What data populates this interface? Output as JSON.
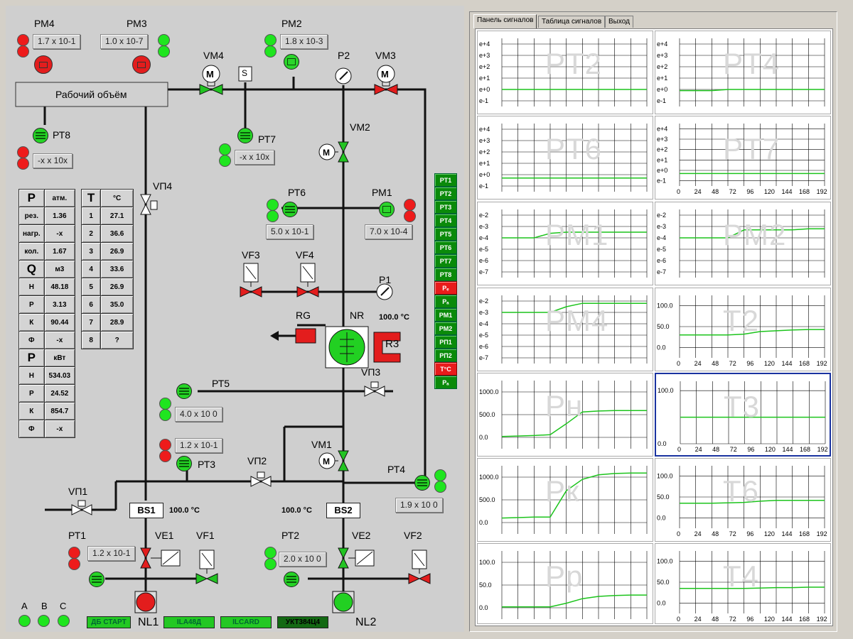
{
  "colors": {
    "green": "#22d022",
    "red": "#e31d1d",
    "panel": "#cfcfcf"
  },
  "pressure_gauges": {
    "pm4": {
      "label": "РМ4",
      "value": "1.7 x 10-1"
    },
    "pm3": {
      "label": "РМ3",
      "value": "1.0 x 10-7"
    },
    "pm2": {
      "label": "РМ2",
      "value": "1.8 x 10-3"
    },
    "pt8": {
      "label": "РТ8",
      "value": "-x x 10x"
    },
    "pt7": {
      "label": "РТ7",
      "value": "-x x 10x"
    },
    "pt6": {
      "label": "РТ6",
      "value": "5.0 x 10-1"
    },
    "pm1": {
      "label": "РМ1",
      "value": "7.0 x 10-4"
    },
    "pt5": {
      "label": "РТ5",
      "value": "4.0 x 10 0"
    },
    "pt3": {
      "label": "РТ3",
      "value": "1.2 x 10-1"
    },
    "pt4": {
      "label": "РТ4",
      "value": "1.9 x 10 0"
    },
    "pt1": {
      "label": "РТ1",
      "value": "1.2 x 10-1"
    },
    "pt2": {
      "label": "РТ2",
      "value": "2.0 x 10 0"
    }
  },
  "labels": {
    "vm4": "VM4",
    "vm3": "VM3",
    "vm2": "VM2",
    "vm1": "VM1",
    "p2": "P2",
    "p1": "P1",
    "s": "S",
    "working_volume": "Рабочий объём",
    "vp4": "VП4",
    "vp3": "VП3",
    "vp2": "VП2",
    "vp1": "VП1",
    "vf3": "VF3",
    "vf4": "VF4",
    "vf1": "VF1",
    "vf2": "VF2",
    "ve1": "VE1",
    "ve2": "VE2",
    "rg": "RG",
    "nr": "NR",
    "r3": "R3",
    "nr_temp": "100.0 °C",
    "bs1": "BS1",
    "bs2": "BS2",
    "bs1_temp": "100.0 °C",
    "bs2_temp": "100.0 °C",
    "nl1": "NL1",
    "nl2": "NL2",
    "m": "M",
    "phase_a": "A",
    "phase_b": "B",
    "phase_c": "C"
  },
  "pressure_table": {
    "header": [
      "P",
      "атм."
    ],
    "rows": [
      [
        "рез.",
        "1.36"
      ],
      [
        "нагр.",
        "-x"
      ],
      [
        "кол.",
        "1.67"
      ]
    ],
    "q_header": [
      "Q",
      "м3"
    ],
    "q_rows": [
      [
        "Н",
        "48.18"
      ],
      [
        "Р",
        "3.13"
      ],
      [
        "К",
        "90.44"
      ],
      [
        "Ф",
        "-x"
      ]
    ],
    "p_header": [
      "P",
      "кВт"
    ],
    "p_rows": [
      [
        "Н",
        "534.03"
      ],
      [
        "Р",
        "24.52"
      ],
      [
        "К",
        "854.7"
      ],
      [
        "Ф",
        "-x"
      ]
    ]
  },
  "temp_table": {
    "header": [
      "T",
      "°C"
    ],
    "rows": [
      [
        "1",
        "27.1"
      ],
      [
        "2",
        "36.6"
      ],
      [
        "3",
        "26.9"
      ],
      [
        "4",
        "33.6"
      ],
      [
        "5",
        "26.9"
      ],
      [
        "6",
        "35.0"
      ],
      [
        "7",
        "28.9"
      ],
      [
        "8",
        "?"
      ]
    ]
  },
  "signal_list": [
    "PT1",
    "PT2",
    "PT3",
    "PT4",
    "PT5",
    "PT6",
    "PT7",
    "PT8",
    "Pₑ",
    "Pₐ",
    "PM1",
    "PM2",
    "PП1",
    "PП2",
    "T°C",
    "Pₐ"
  ],
  "bottom_buttons": [
    "ДБ СТАРТ",
    "ILA48Д",
    "ILCARD",
    "УКТ384Ц4"
  ],
  "tabs": [
    "Панель сигналов",
    "Таблица сигналов",
    "Выход"
  ],
  "chart_data": [
    {
      "type": "line",
      "title": "PT2",
      "y_ticks": [
        "e+4",
        "e+3",
        "e+2",
        "e+1",
        "e+0",
        "e-1"
      ],
      "series": [
        {
          "values": [
            0,
            0,
            0,
            0,
            0,
            0,
            0,
            0,
            0,
            0
          ]
        }
      ]
    },
    {
      "type": "line",
      "title": "PT4",
      "y_ticks": [
        "e+4",
        "e+3",
        "e+2",
        "e+1",
        "e+0",
        "e-1"
      ],
      "series": [
        {
          "values": [
            -0.1,
            -0.1,
            -0.1,
            0,
            0,
            0,
            0,
            0,
            0,
            0
          ]
        }
      ]
    },
    {
      "type": "line",
      "title": "PT6",
      "y_ticks": [
        "e+4",
        "e+3",
        "e+2",
        "e+1",
        "e+0",
        "e-1"
      ],
      "series": [
        {
          "values": [
            -0.3,
            -0.3,
            -0.3,
            -0.3,
            -0.3,
            -0.3,
            -0.3,
            -0.3,
            -0.3,
            -0.3
          ]
        }
      ]
    },
    {
      "type": "line",
      "title": "PT7",
      "y_ticks": [
        "e+4",
        "e+3",
        "e+2",
        "e+1",
        "e+0",
        "e-1"
      ],
      "x_ticks": [
        "0",
        "24",
        "48",
        "72",
        "96",
        "120",
        "144",
        "168",
        "192"
      ],
      "series": [
        {
          "values": [
            -0.3,
            -0.3,
            -0.3,
            -0.3,
            -0.3,
            -0.3,
            -0.3,
            -0.3,
            -0.3,
            -0.3
          ]
        }
      ]
    },
    {
      "type": "line",
      "title": "PM1",
      "y_ticks": [
        "e-2",
        "e-3",
        "e-4",
        "e-5",
        "e-6",
        "e-7"
      ],
      "series": [
        {
          "values": [
            -4,
            -4,
            -4,
            -3.6,
            -3.5,
            -3.5,
            -3.5,
            -3.5,
            -3.5,
            -3.5
          ]
        }
      ]
    },
    {
      "type": "line",
      "title": "PM2",
      "y_ticks": [
        "e-2",
        "e-3",
        "e-4",
        "e-5",
        "e-6",
        "e-7"
      ],
      "series": [
        {
          "values": [
            -4,
            -4,
            -4,
            -4,
            -3.3,
            -3.3,
            -3.3,
            -3.3,
            -3.2,
            -3.2
          ]
        }
      ]
    },
    {
      "type": "line",
      "title": "PM4",
      "y_ticks": [
        "e-2",
        "e-3",
        "e-4",
        "e-5",
        "e-6",
        "e-7"
      ],
      "series": [
        {
          "values": [
            -3,
            -3,
            -3,
            -3,
            -2.5,
            -2.2,
            -2.2,
            -2.2,
            -2.2,
            -2.2
          ]
        }
      ]
    },
    {
      "type": "line",
      "title": "T2",
      "y_ticks": [
        "100.0",
        "50.0",
        "0.0"
      ],
      "x_ticks": [
        "0",
        "24",
        "48",
        "72",
        "96",
        "120",
        "144",
        "168",
        "192"
      ],
      "series": [
        {
          "values": [
            30,
            30,
            30,
            30,
            32,
            38,
            40,
            42,
            43,
            43
          ]
        }
      ]
    },
    {
      "type": "line",
      "title": "Pн",
      "y_ticks": [
        "1000.0",
        "500.0",
        "0.0"
      ],
      "series": [
        {
          "values": [
            20,
            30,
            40,
            60,
            300,
            560,
            580,
            590,
            590,
            590
          ]
        }
      ]
    },
    {
      "type": "line",
      "title": "T3",
      "y_ticks": [
        "100.0",
        "0.0"
      ],
      "x_ticks": [
        "0",
        "24",
        "48",
        "72",
        "96",
        "120",
        "144",
        "168",
        "192"
      ],
      "series": [
        {
          "values": [
            50,
            50,
            50,
            50,
            50,
            50,
            50,
            50,
            50,
            50
          ]
        }
      ]
    },
    {
      "type": "line",
      "title": "Pк",
      "y_ticks": [
        "1000.0",
        "500.0",
        "0.0"
      ],
      "series": [
        {
          "values": [
            100,
            110,
            120,
            120,
            700,
            950,
            1050,
            1080,
            1090,
            1090
          ]
        }
      ]
    },
    {
      "type": "line",
      "title": "T6",
      "y_ticks": [
        "100.0",
        "50.0",
        "0.0"
      ],
      "x_ticks": [
        "0",
        "24",
        "48",
        "72",
        "96",
        "120",
        "144",
        "168",
        "192"
      ],
      "series": [
        {
          "values": [
            35,
            35,
            35,
            36,
            37,
            40,
            42,
            42,
            42,
            42
          ]
        }
      ]
    },
    {
      "type": "line",
      "title": "Pр",
      "y_ticks": [
        "100.0",
        "50.0",
        "0.0"
      ],
      "series": [
        {
          "values": [
            2,
            2,
            2,
            2,
            10,
            20,
            25,
            27,
            28,
            28
          ]
        }
      ]
    },
    {
      "type": "line",
      "title": "T4",
      "y_ticks": [
        "100.0",
        "50.0",
        "0.0"
      ],
      "x_ticks": [
        "0",
        "24",
        "48",
        "72",
        "96",
        "120",
        "144",
        "168",
        "192"
      ],
      "series": [
        {
          "values": [
            35,
            35,
            35,
            35,
            35,
            36,
            37,
            37,
            38,
            38
          ]
        }
      ]
    }
  ]
}
